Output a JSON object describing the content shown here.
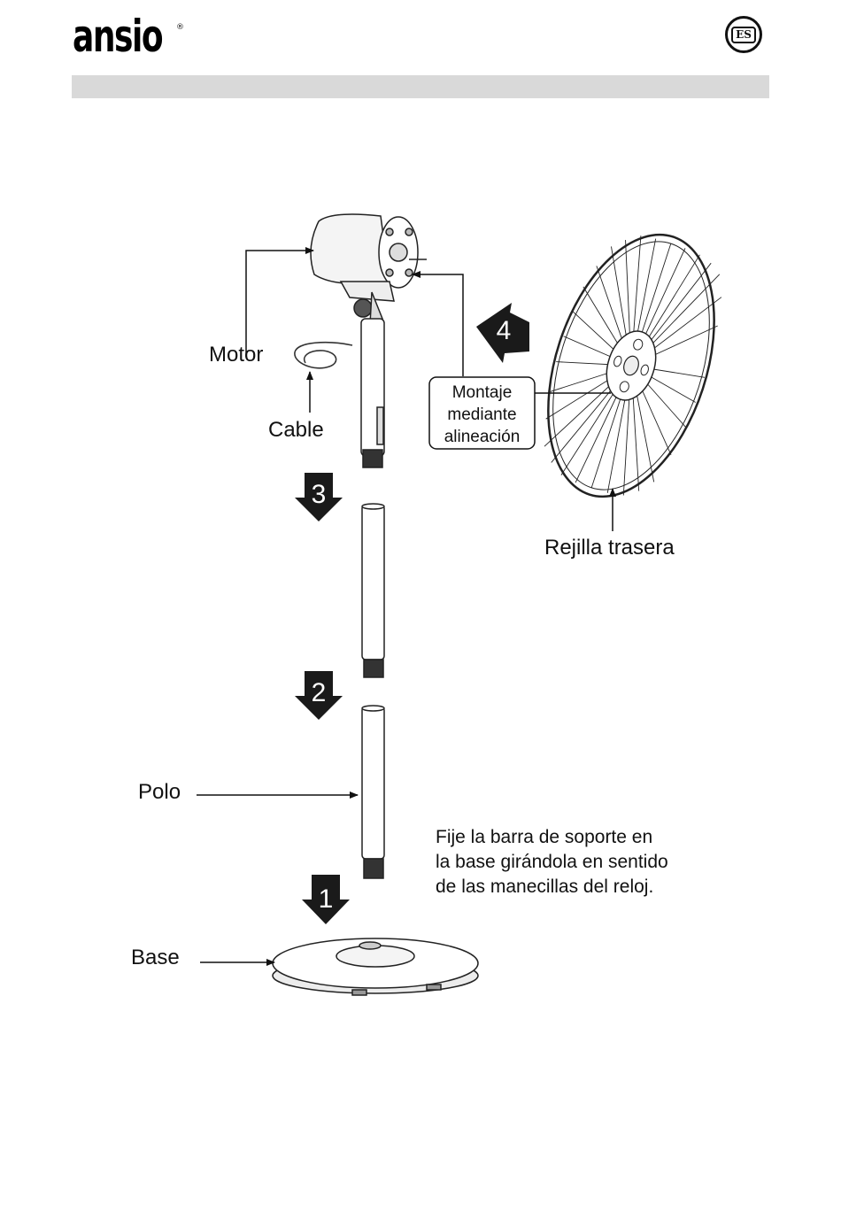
{
  "header": {
    "brand": "ansio",
    "registered_mark": "®",
    "language_badge": "ES"
  },
  "labels": {
    "motor": "Motor",
    "cable": "Cable",
    "alignment_line1": "Montaje",
    "alignment_line2": "mediante",
    "alignment_line3": "alineación",
    "rear_grille": "Rejilla trasera",
    "pole": "Polo",
    "base": "Base"
  },
  "steps": [
    "1",
    "2",
    "3",
    "4"
  ],
  "instruction": {
    "line1": "Fije la barra de soporte en",
    "line2": "la base girándola en sentido",
    "line3": "de las manecillas del reloj."
  }
}
